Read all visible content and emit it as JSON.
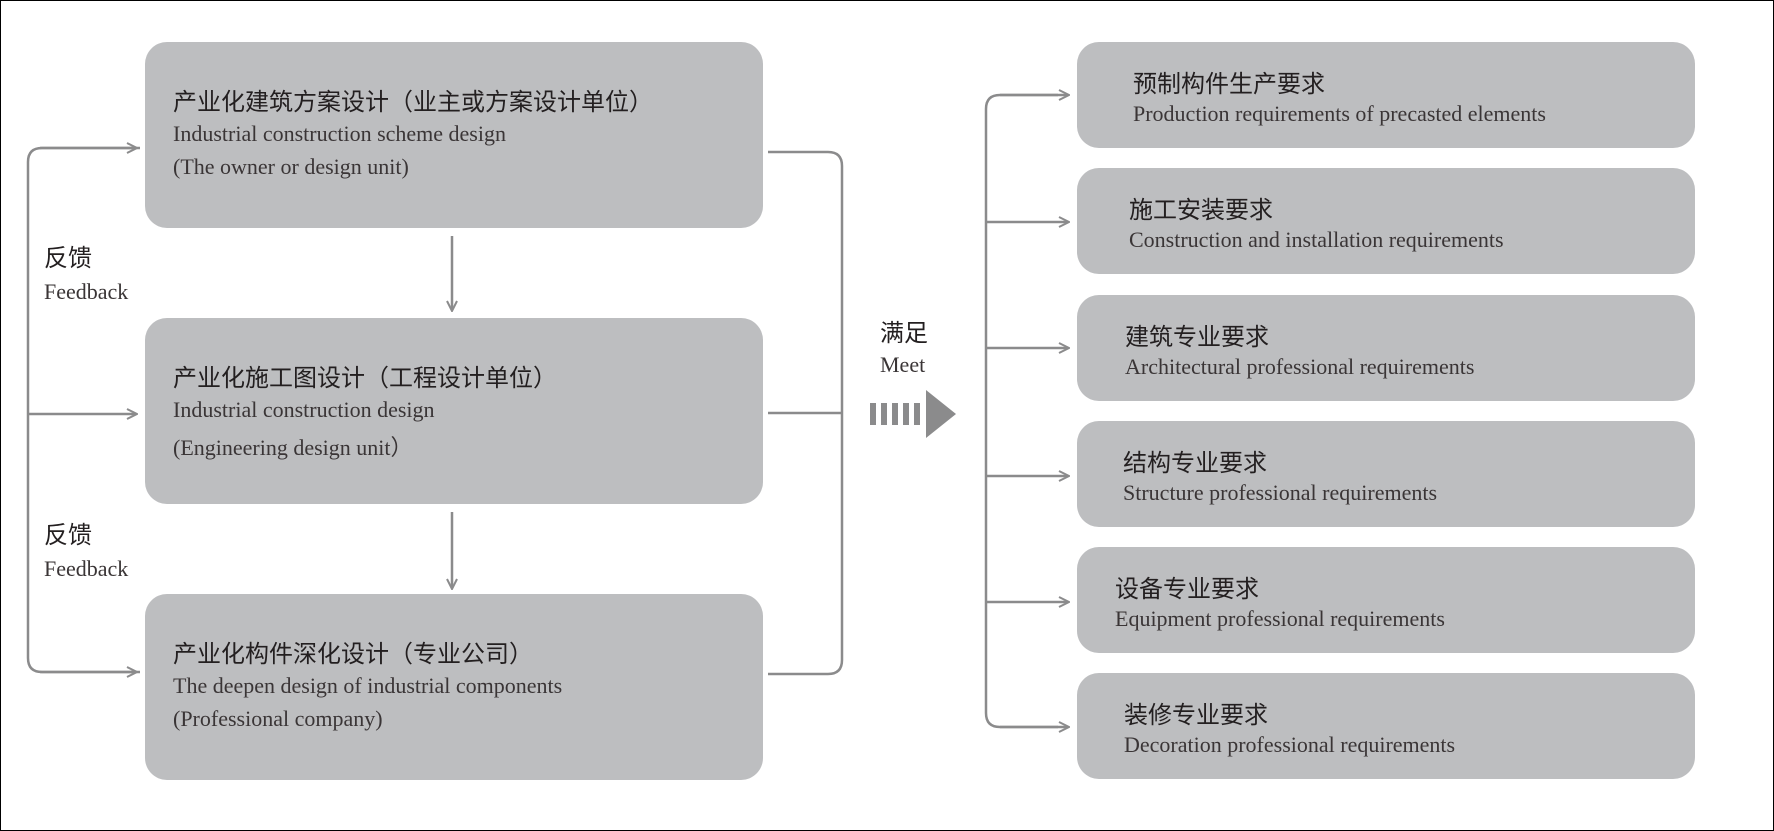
{
  "left_boxes": [
    {
      "zh": "产业化建筑方案设计（业主或方案设计单位）",
      "en1": "Industrial construction scheme design",
      "en2": "(The owner or design unit)"
    },
    {
      "zh": "产业化施工图设计（工程设计单位）",
      "en1": "Industrial construction  design",
      "en2": "(Engineering design unit）"
    },
    {
      "zh": "产业化构件深化设计（专业公司）",
      "en1": " The deepen design of industrial components",
      "en2": "(Professional company)"
    }
  ],
  "feedback": [
    {
      "zh": "反馈",
      "en": "Feedback"
    },
    {
      "zh": "反馈",
      "en": "Feedback"
    }
  ],
  "meet": {
    "zh": "满足",
    "en": "Meet"
  },
  "right_boxes": [
    {
      "zh": "预制构件生产要求",
      "en": "Production requirements of precasted elements"
    },
    {
      "zh": "施工安装要求",
      "en": "Construction and installation requirements"
    },
    {
      "zh": "建筑专业要求",
      "en": "Architectural professional requirements"
    },
    {
      "zh": "结构专业要求",
      "en": "Structure professional requirements"
    },
    {
      "zh": "设备专业要求",
      "en": "Equipment professional requirements"
    },
    {
      "zh": "装修专业要求",
      "en": "Decoration professional requirements"
    }
  ],
  "colors": {
    "box_fill": "#bdbec0",
    "line": "#8b8b8c",
    "arrow": "#8b8b8c",
    "text": "#231f20"
  }
}
